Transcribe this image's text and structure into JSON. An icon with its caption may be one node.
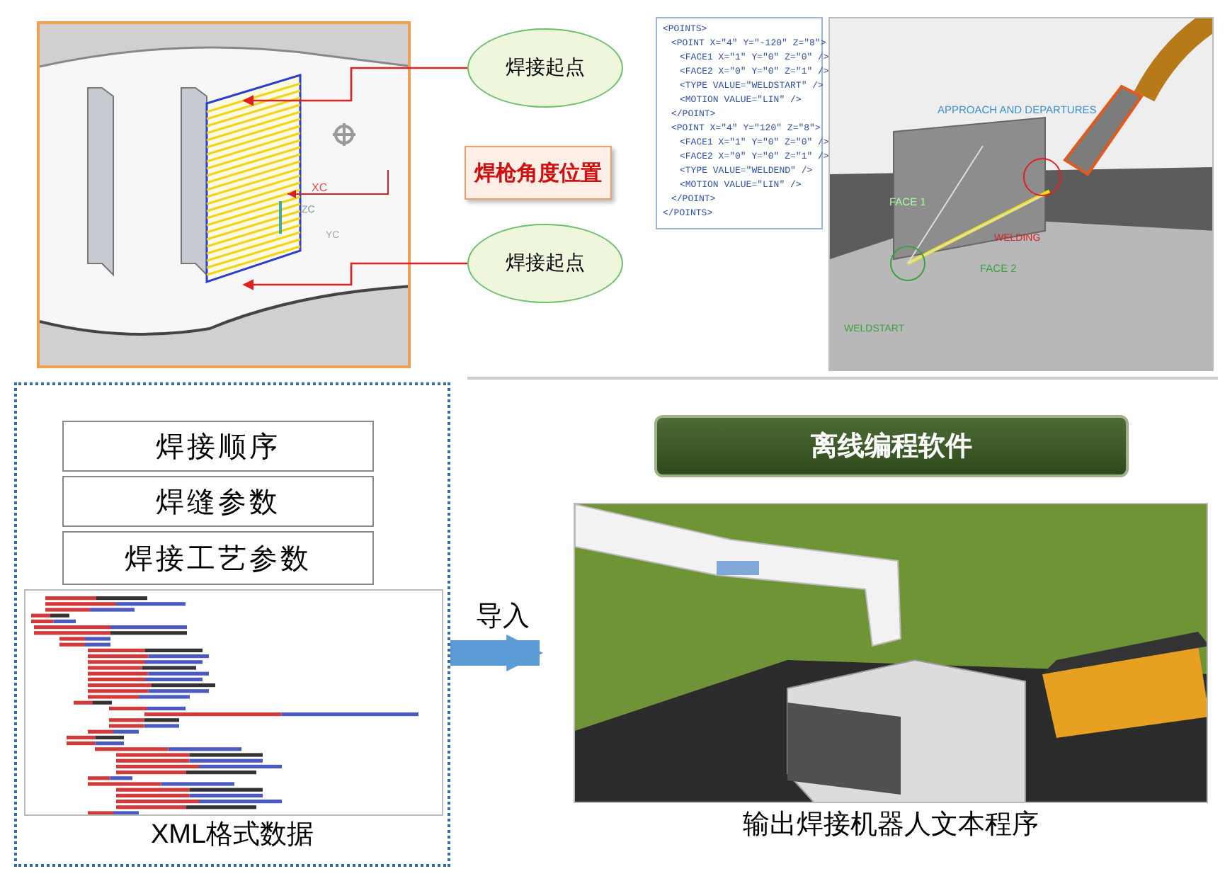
{
  "diagram": {
    "nodes": [
      {
        "text": [],
        "shape": "picture"
      },
      {
        "text": [
          "焊接起点"
        ]
      },
      {
        "text": [
          "焊枪角度位置"
        ]
      },
      {
        "text": [
          "焊接起点"
        ]
      },
      {
        "text": [
          "<POINTS>",
          "<POINT X=\"4\" Y=\"-120\" Z=\"8\">",
          "<FACE1 X=\"1\" Y=\"0\" Z=\"0\" />",
          "<FACE2 X=\"0\" Y=\"0\" Z=\"1\" />",
          "<TYPE VALUE=\"WELDSTART\" />",
          "<MOTION VALUE=\"LIN\" />",
          "</POINT>",
          "<POINT X=\"4\" Y=\"120\" Z=\"8\">",
          "<FACE1 X=\"1\" Y=\"0\" Z=\"0\" />",
          "<FACE2 X=\"0\" Y=\"0\" Z=\"1\" />",
          "<TYPE VALUE=\"WELDEND\" />",
          "<MOTION VALUE=\"LIN\" />",
          "</POINT>",
          "</POINTS>"
        ]
      },
      {
        "text": [],
        "shape": "picture"
      },
      {
        "text": [
          "XML格式数据"
        ]
      },
      {
        "text": [
          "焊接顺序"
        ],
        "in": 6
      },
      {
        "text": [
          "焊缝参数"
        ],
        "in": 6
      },
      {
        "text": [
          "焊接工艺参数"
        ],
        "in": 6
      },
      {
        "text": [],
        "shape": "picture",
        "in": 6
      },
      {
        "text": [
          "离线编程软件"
        ]
      },
      {
        "text": [],
        "shape": "picture",
        "beside": [
          "输出焊接机器人文本程序"
        ]
      }
    ],
    "edges": [
      {
        "from": 1,
        "to": 0,
        "arrow": "to",
        "color": "#e02020"
      },
      {
        "from": 3,
        "to": 0,
        "arrow": "to",
        "color": "#e02020"
      },
      {
        "from": 6,
        "to": 12,
        "arrow": "to",
        "label": "导入",
        "style": "thick",
        "color": "#5b9bd5"
      }
    ],
    "labels": [
      "XC",
      "ZC",
      "YC",
      "APPROACH AND DEPARTURES",
      "FACE 1",
      "FACE 2",
      "WELDING",
      "WELDSTART"
    ]
  }
}
